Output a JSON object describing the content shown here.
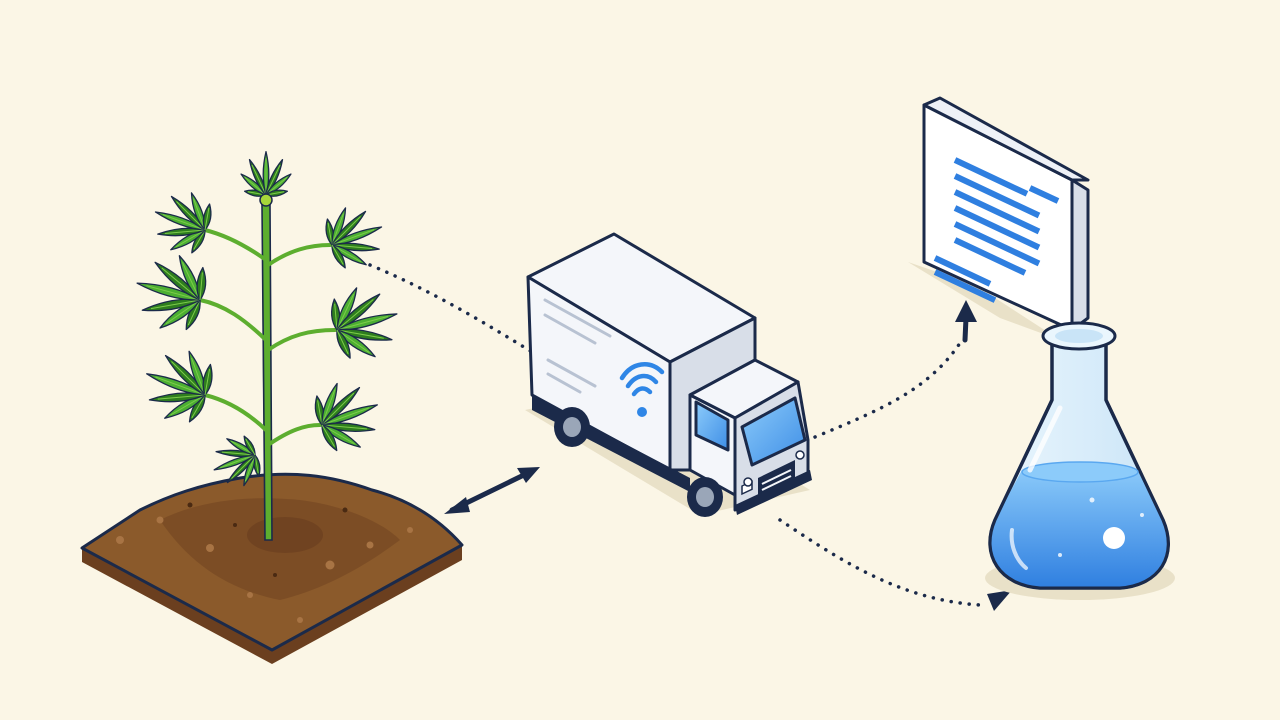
{
  "scene": {
    "description_visible_text": "",
    "colors": {
      "background": "#FBF6E6",
      "outline": "#1B2A4A",
      "leaf_dark": "#2E7D1E",
      "leaf_mid": "#4CAF32",
      "leaf_light": "#7CCB4A",
      "stem": "#5DAE2F",
      "soil_dark": "#6B3F1F",
      "soil_mid": "#8B5A2B",
      "soil_light": "#A87444",
      "truck_body": "#F4F6FA",
      "truck_shade": "#D8DEE8",
      "truck_navy": "#1B2A4A",
      "window_blue": "#5AA8F0",
      "wifi_blue": "#2F86E6",
      "screen_blue": "#2F7FE0",
      "liquid_blue": "#3E9BF0",
      "liquid_light": "#8CCBFA",
      "glass": "#DCEFFB",
      "shadow": "#E9E1C8",
      "arrow_navy": "#1B2A4A"
    },
    "nodes": [
      {
        "id": "plant",
        "icon": "hemp-plant-icon"
      },
      {
        "id": "soil",
        "icon": "soil-patch-icon"
      },
      {
        "id": "truck",
        "icon": "delivery-truck-icon"
      },
      {
        "id": "sensor",
        "icon": "wireless-signal-icon"
      },
      {
        "id": "document",
        "icon": "report-panel-icon"
      },
      {
        "id": "flask",
        "icon": "lab-flask-icon"
      }
    ],
    "connectors": [
      {
        "id": "plant-to-truck",
        "style": "dotted"
      },
      {
        "id": "soil-truck",
        "style": "double-arrow"
      },
      {
        "id": "truck-to-document",
        "style": "dotted-arrow"
      },
      {
        "id": "truck-to-flask",
        "style": "dotted-arrow"
      }
    ]
  }
}
